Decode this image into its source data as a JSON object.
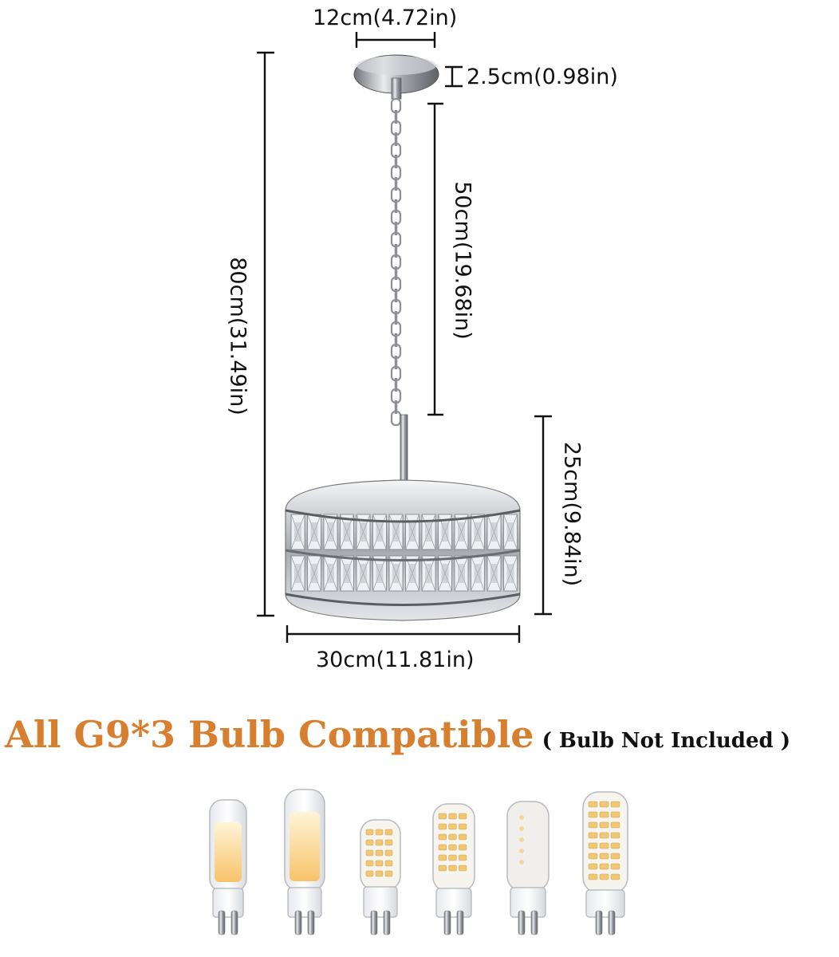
{
  "dimensions": {
    "canopy_width": "12cm(4.72in)",
    "canopy_height": "2.5cm(0.98in)",
    "chain_length": "50cm(19.68in)",
    "total_height": "80cm(31.49in)",
    "shade_height": "25cm(9.84in)",
    "shade_width": "30cm(11.81in)"
  },
  "headline": {
    "main": "All G9*3 Bulb Compatible",
    "note": "( Bulb Not Included )"
  },
  "colors": {
    "accent": "#d77f2f",
    "chrome": "#b9bcc2",
    "text": "#111111"
  },
  "bulbs": [
    {
      "type": "cob-glass"
    },
    {
      "type": "cob-glass"
    },
    {
      "type": "led-short"
    },
    {
      "type": "led-tall"
    },
    {
      "type": "frosted"
    },
    {
      "type": "led-tallest"
    }
  ]
}
